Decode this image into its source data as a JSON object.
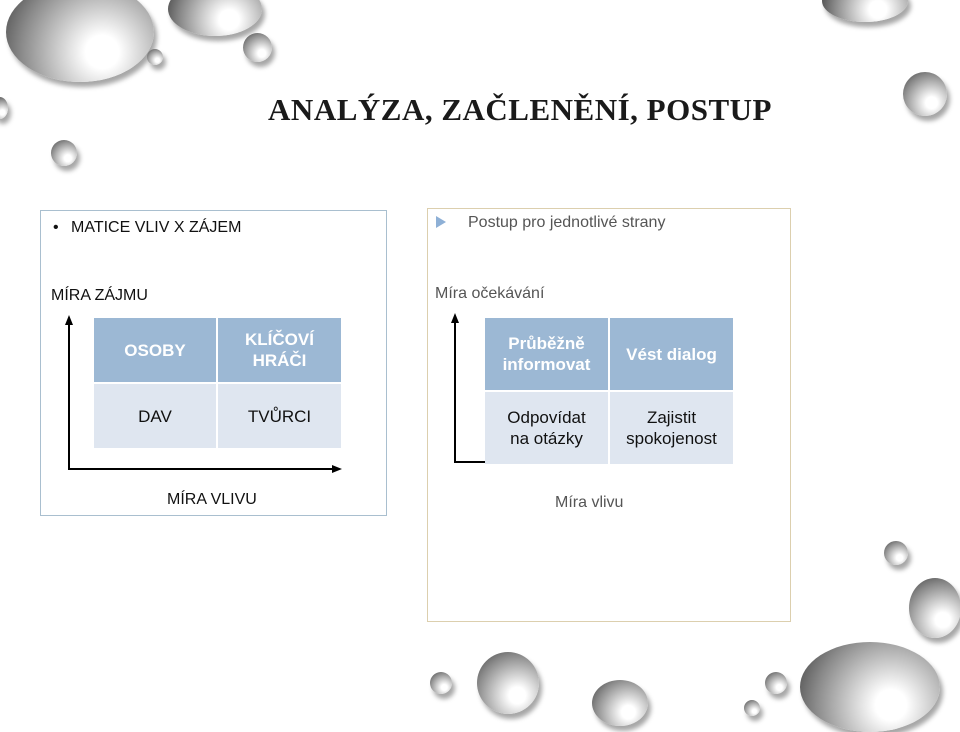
{
  "slide": {
    "title": "ANALÝZA, ZAČLENĚNÍ, POSTUP"
  },
  "left_panel": {
    "bullet": "MATICE VLIV X ZÁJEM",
    "y_axis_label": "MÍRA ZÁJMU",
    "x_axis_label": "MÍRA VLIVU",
    "cells": {
      "top_left": "OSOBY",
      "top_right": "KLÍČOVÍ HRÁČI",
      "bottom_left": "DAV",
      "bottom_right": "TVŮRCI"
    }
  },
  "right_panel": {
    "bullet": "Postup pro jednotlivé strany",
    "y_axis_label": "Míra očekávání",
    "x_axis_label": "Míra vlivu",
    "cells": {
      "top_left": "Průběžně informovat",
      "top_right": "Vést dialog",
      "bottom_left": "Odpovídat na otázky",
      "bottom_right": "Zajistit spokojenost"
    }
  },
  "colors": {
    "cell_dark": "#9cb8d4",
    "cell_light": "#dfe6f0",
    "left_border": "#a9bfcf",
    "right_border": "#dccfae",
    "bullet_triangle": "#8eb0d6"
  },
  "decoration": {
    "background": "water-droplets-icon"
  }
}
